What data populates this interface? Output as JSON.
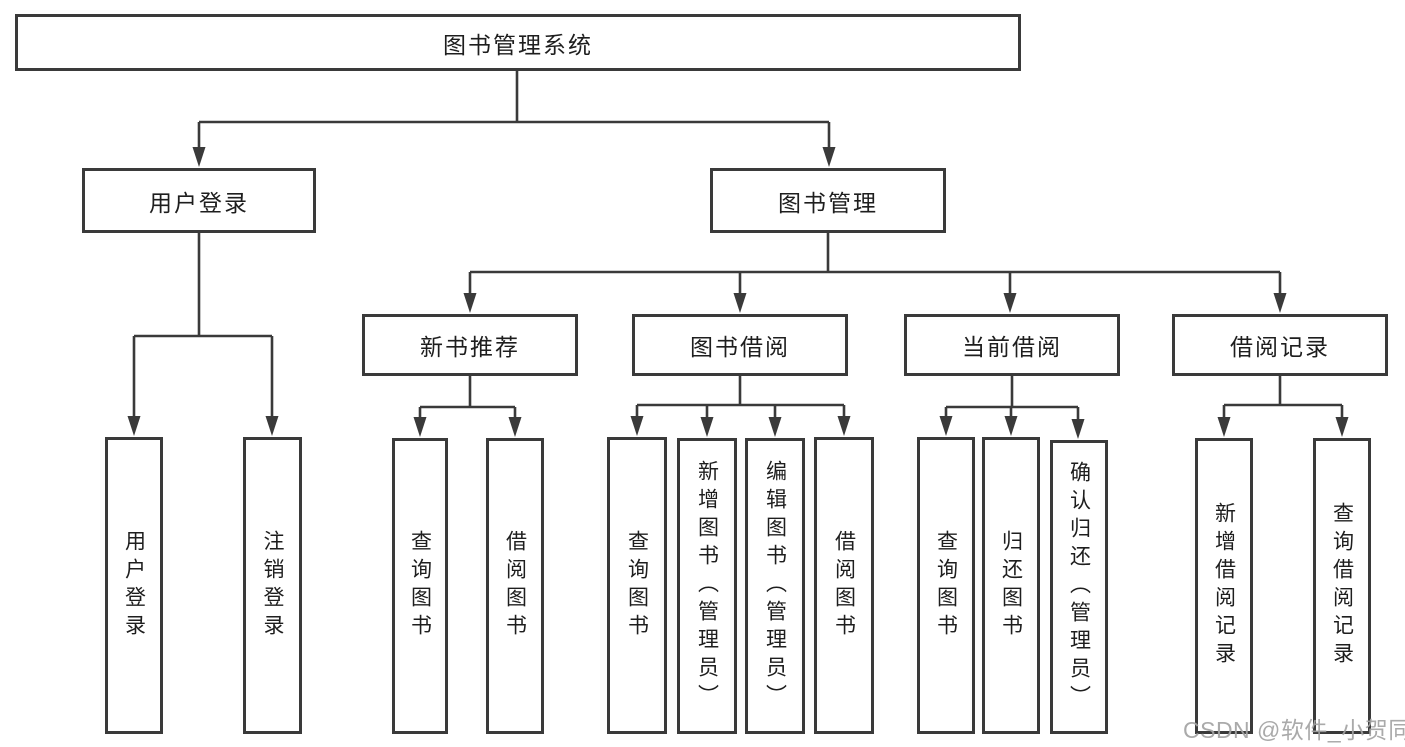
{
  "diagram_title": "图书管理系统",
  "colors": {
    "background": "#ffffff",
    "line": "#3a3a3a",
    "box_border": "#3a3a3a",
    "text": "#1e1e1e",
    "watermark": "#a3a3a3"
  },
  "tree": {
    "label": "图书管理系统",
    "children": [
      {
        "label": "用户登录",
        "children": [
          {
            "label": "用户登录"
          },
          {
            "label": "注销登录"
          }
        ]
      },
      {
        "label": "图书管理",
        "children": [
          {
            "label": "新书推荐",
            "children": [
              {
                "label": "查询图书"
              },
              {
                "label": "借阅图书"
              }
            ]
          },
          {
            "label": "图书借阅",
            "children": [
              {
                "label": "查询图书"
              },
              {
                "label": "新增图书（管理员）"
              },
              {
                "label": "编辑图书（管理员）"
              },
              {
                "label": "借阅图书"
              }
            ]
          },
          {
            "label": "当前借阅",
            "children": [
              {
                "label": "查询图书"
              },
              {
                "label": "归还图书"
              },
              {
                "label": "确认归还（管理员）"
              }
            ]
          },
          {
            "label": "借阅记录",
            "children": [
              {
                "label": "新增借阅记录"
              },
              {
                "label": "查询借阅记录"
              }
            ]
          }
        ]
      }
    ]
  },
  "watermark": {
    "text": "CSDN @软件_小贺同学"
  }
}
